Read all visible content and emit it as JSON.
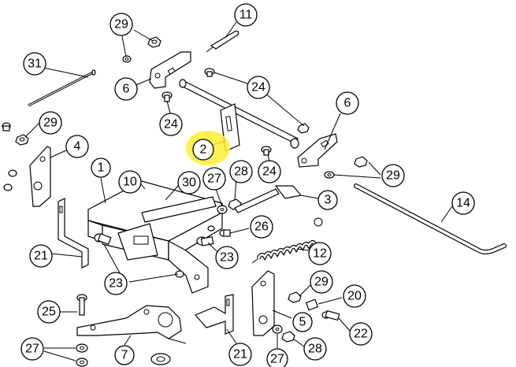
{
  "highlight_color": "#ffee33",
  "callouts": [
    {
      "id": "c29a",
      "label": "29"
    },
    {
      "id": "c11",
      "label": "11"
    },
    {
      "id": "c31",
      "label": "31"
    },
    {
      "id": "c6a",
      "label": "6"
    },
    {
      "id": "c24a",
      "label": "24"
    },
    {
      "id": "c24b",
      "label": "24"
    },
    {
      "id": "c6b",
      "label": "6"
    },
    {
      "id": "c29b",
      "label": "29"
    },
    {
      "id": "c4",
      "label": "4"
    },
    {
      "id": "c2",
      "label": "2",
      "highlighted": true
    },
    {
      "id": "c24c",
      "label": "24"
    },
    {
      "id": "c29c",
      "label": "29"
    },
    {
      "id": "c1",
      "label": "1"
    },
    {
      "id": "c28a",
      "label": "28"
    },
    {
      "id": "c27a",
      "label": "27"
    },
    {
      "id": "c10",
      "label": "10"
    },
    {
      "id": "c30",
      "label": "30"
    },
    {
      "id": "c3",
      "label": "3"
    },
    {
      "id": "c14",
      "label": "14"
    },
    {
      "id": "c26",
      "label": "26"
    },
    {
      "id": "c21a",
      "label": "21"
    },
    {
      "id": "c23a",
      "label": "23"
    },
    {
      "id": "c12",
      "label": "12"
    },
    {
      "id": "c23b",
      "label": "23"
    },
    {
      "id": "c29d",
      "label": "29"
    },
    {
      "id": "c20",
      "label": "20"
    },
    {
      "id": "c25",
      "label": "25"
    },
    {
      "id": "c5",
      "label": "5"
    },
    {
      "id": "c22",
      "label": "22"
    },
    {
      "id": "c27b",
      "label": "27"
    },
    {
      "id": "c7",
      "label": "7"
    },
    {
      "id": "c21b",
      "label": "21"
    },
    {
      "id": "c28b",
      "label": "28"
    },
    {
      "id": "c27c",
      "label": "27"
    }
  ]
}
